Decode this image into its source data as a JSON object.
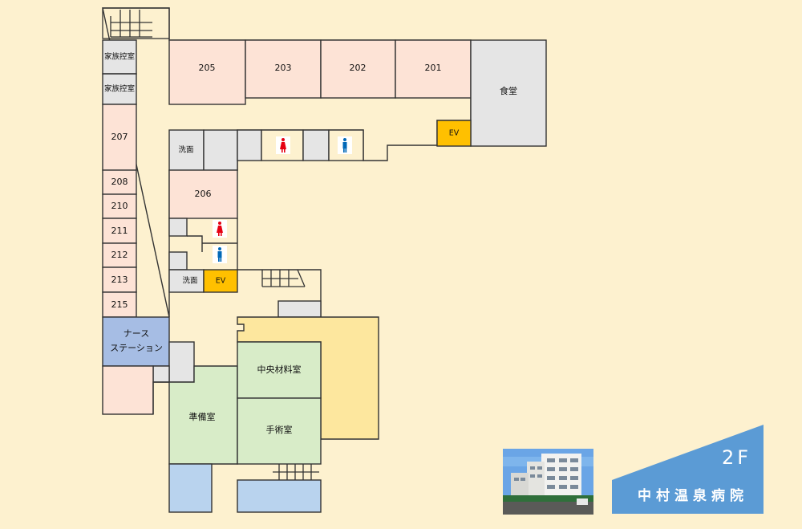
{
  "rooms": {
    "r205": "205",
    "r203": "203",
    "r202": "202",
    "r201": "201",
    "cafeteria": "食堂",
    "ev1": "EV",
    "ev2": "EV",
    "family1": "家族控室",
    "family2": "家族控室",
    "r207": "207",
    "r208": "208",
    "r210": "210",
    "r211": "211",
    "r212": "212",
    "r213": "213",
    "r215": "215",
    "wash1": "洗面",
    "wash2": "洗面",
    "r206": "206",
    "nurse_line1": "ナース",
    "nurse_line2": "ステーション",
    "central_supply": "中央材料室",
    "operating": "手術室",
    "prep": "準備室"
  },
  "badge": {
    "floor": "2F",
    "hospital": "中村温泉病院"
  },
  "colors": {
    "ward": "#fde3d6",
    "service": "#e5e5e5",
    "surgery": "#d8ecc8",
    "elevator": "#ffc000",
    "nurse_station": "#a6bde4",
    "badge": "#5b9bd5",
    "female_icon": "#e60012",
    "male_icon": "#0068b7"
  },
  "icons": [
    "female-restroom-icon",
    "male-restroom-icon",
    "stairs-icon"
  ]
}
